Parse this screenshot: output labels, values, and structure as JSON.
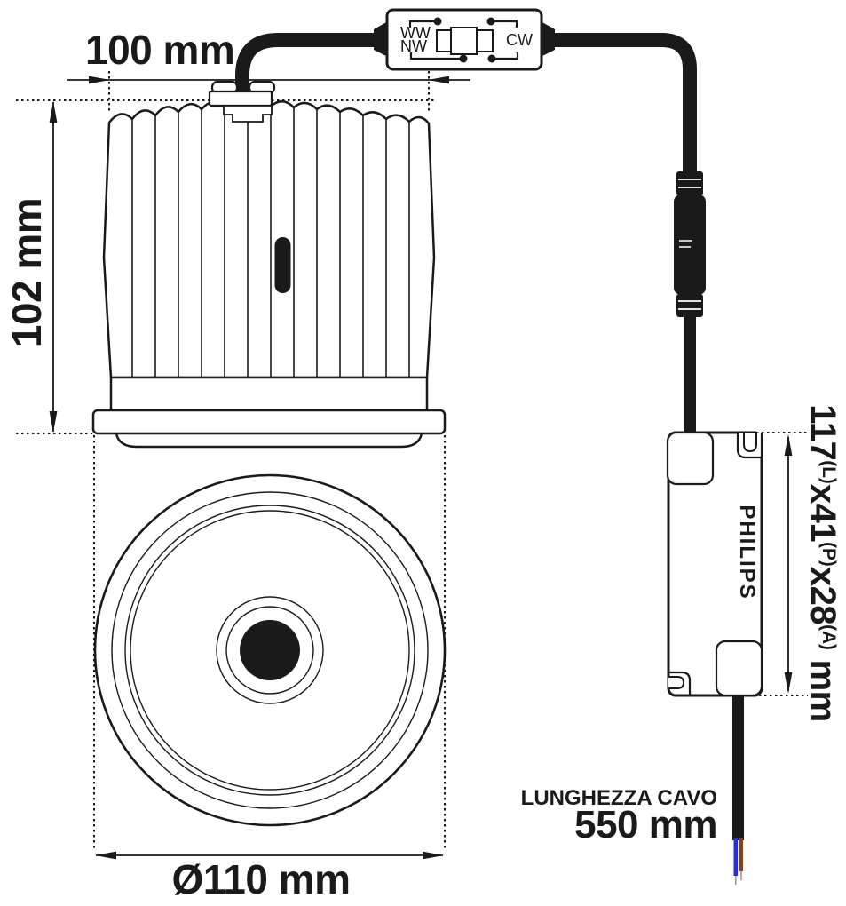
{
  "diagram": {
    "dim_top_width": "100 mm",
    "dim_height": "102 mm",
    "dim_diameter": "Ø110 mm",
    "driver_brand": "PHILIPS",
    "driver_dim": {
      "length": "117",
      "length_sup": "(L)",
      "depth": "x41",
      "depth_sup": "(P)",
      "height": "x28",
      "height_sup": "(A)",
      "unit": " mm"
    },
    "cable": {
      "label": "LUNGHEZZA CAVO",
      "value": "550 mm"
    },
    "switch": {
      "warm_white": "WW",
      "natural_white": "NW",
      "cool_white": "CW"
    }
  },
  "colors": {
    "ink": "#1a1a1a",
    "wire_blue": "#2b2bd8",
    "wire_brown": "#7d4320",
    "wire_tip": "#999999"
  }
}
